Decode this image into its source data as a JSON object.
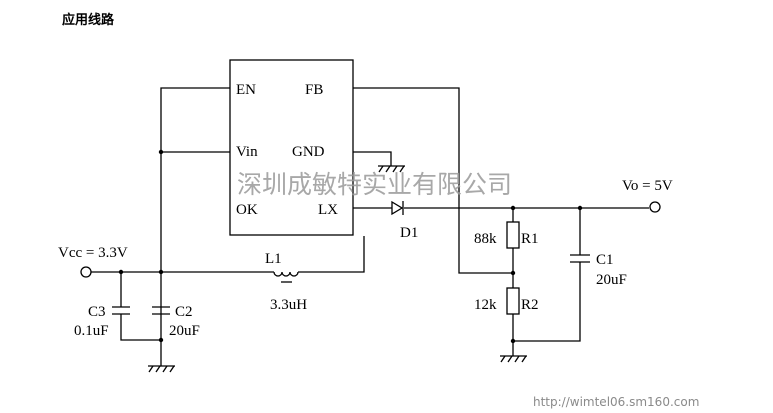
{
  "title": "应用线路",
  "ic": {
    "pins": {
      "en": "EN",
      "fb": "FB",
      "vin": "Vin",
      "gnd": "GND",
      "ok": "OK",
      "lx": "LX"
    }
  },
  "components": {
    "vcc": "Vcc = 3.3V",
    "vo": "Vo = 5V",
    "l1": {
      "name": "L1",
      "value": "3.3uH"
    },
    "d1": {
      "name": "D1"
    },
    "c1": {
      "name": "C1",
      "value": "20uF"
    },
    "c2": {
      "name": "C2",
      "value": "20uF"
    },
    "c3": {
      "name": "C3",
      "value": "0.1uF"
    },
    "r1": {
      "name": "R1",
      "value": "88k"
    },
    "r2": {
      "name": "R2",
      "value": "12k"
    }
  },
  "watermark": "深圳成敏特实业有限公司",
  "url": "http://wimtel06.sm160.com"
}
